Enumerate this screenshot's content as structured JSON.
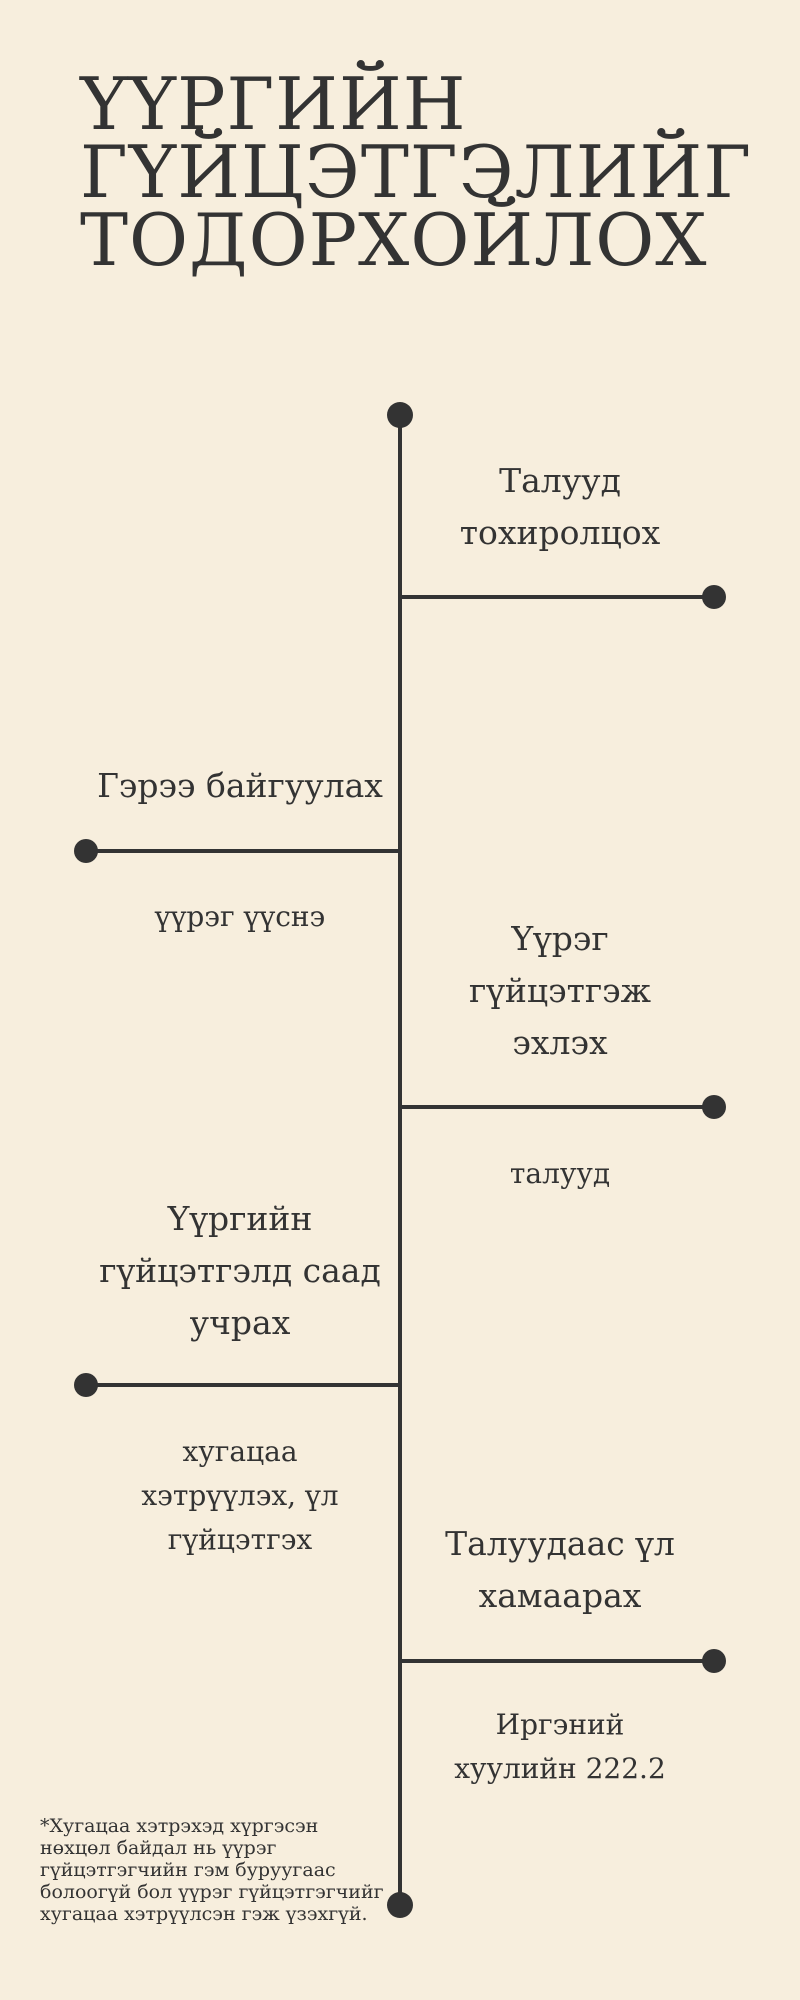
{
  "title": {
    "lines": [
      "ҮҮРГИЙН",
      "ГҮЙЦЭТГЭЛИЙГ",
      "ТОДОРХОЙЛОХ"
    ]
  },
  "timeline": {
    "color": "#333333",
    "background": "#f7eedd",
    "events": [
      {
        "label": "Талууд тохиролцох",
        "note": ""
      },
      {
        "label": "Гэрээ байгуулах",
        "note": "үүрэг үүснэ"
      },
      {
        "label": "Үүрэг гүйцэтгэж эхлэх",
        "note": "талууд"
      },
      {
        "label": "Үүргийн гүйцэтгэлд саад учрах",
        "note": "хугацаа хэтрүүлэх, үл гүйцэтгэх"
      },
      {
        "label": "Талуудаас үл хамаарах",
        "note": "Иргэний хуулийн 222.2"
      }
    ]
  },
  "footnote": "*Хугацаа хэтрэхэд хүргэсэн нөхцөл байдал нь үүрэг гүйцэтгэгчийн гэм буруугаас болоогүй бол үүрэг гүйцэтгэгчийг хугацаа хэтрүүлсэн гэж үзэхгүй."
}
